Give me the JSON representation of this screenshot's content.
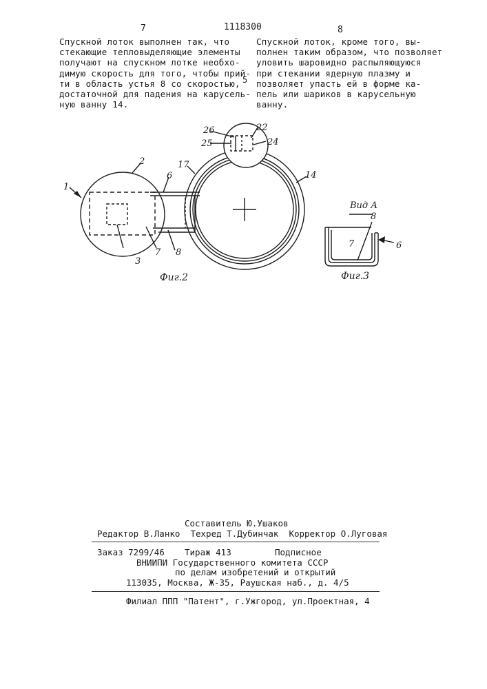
{
  "header": {
    "page_left": "7",
    "patent_number": "1118300",
    "page_right": "8",
    "line_marker": "5"
  },
  "left_column": {
    "lines": [
      "Спускной лоток выполнен так, что",
      "стекающие тепловыделяющие элементы",
      "получают на спускном лотке необхо-",
      "димую скорость для того, чтобы прий-",
      "ти в область устья 8 со скоростью,",
      "достаточной для падения на карусель-",
      "ную ванну 14."
    ]
  },
  "right_column": {
    "lines": [
      "Спускной лоток, кроме того, вы-",
      "полнен таким образом, что позволяет",
      "уловить шаровидно распыляющуюся",
      "при стекании ядерную плазму и",
      "позволяет упасть ей в форме ка-",
      "пель или шариков в карусельную",
      "ванну."
    ]
  },
  "figure2": {
    "caption": "Фиг.2",
    "labels": [
      "1",
      "2",
      "3",
      "6",
      "7",
      "8",
      "14",
      "17",
      "22",
      "24",
      "25",
      "26"
    ]
  },
  "figure3": {
    "caption": "Фиг.3",
    "view_label": "Вид А",
    "labels": [
      "8",
      "7",
      "6"
    ]
  },
  "imprint": {
    "compiler": "Составитель Ю.Ушаков",
    "staff": "Редактор В.Ланко  Техред Т.Дубинчак  Корректор О.Луговая",
    "order": "Заказ 7299/46",
    "circulation": "Тираж 413",
    "subscription": "Подписное",
    "org1": "ВНИИПИ Государственного комитета СССР",
    "org2": "по делам изобретений и открытий",
    "address": "113035, Москва, Ж-35, Раушская наб., д. 4/5",
    "branch": "Филиал ППП \"Патент\", г.Ужгород, ул.Проектная, 4"
  }
}
